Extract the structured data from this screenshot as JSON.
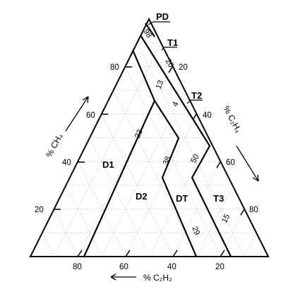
{
  "diagram": {
    "zone_labels": {
      "PD": "PD",
      "T1": "T1",
      "T2": "T2",
      "D1": "D1",
      "D2": "D2",
      "DT": "DT",
      "T3": "T3"
    },
    "boundary_values": {
      "b98": "98",
      "b20": "20",
      "b13": "13",
      "b4": "4",
      "b23": "23",
      "b38": "38",
      "b50": "50",
      "b29": "29",
      "b15": "15"
    },
    "axes": {
      "left": {
        "label": "% CH₄",
        "ticks": [
          "80",
          "60",
          "40",
          "20"
        ]
      },
      "right": {
        "label": "% C₂H₄",
        "ticks": [
          "20",
          "40",
          "60",
          "80"
        ]
      },
      "bottom": {
        "label": "% C₂H₂",
        "ticks": [
          "80",
          "60",
          "40",
          "20"
        ]
      }
    }
  }
}
